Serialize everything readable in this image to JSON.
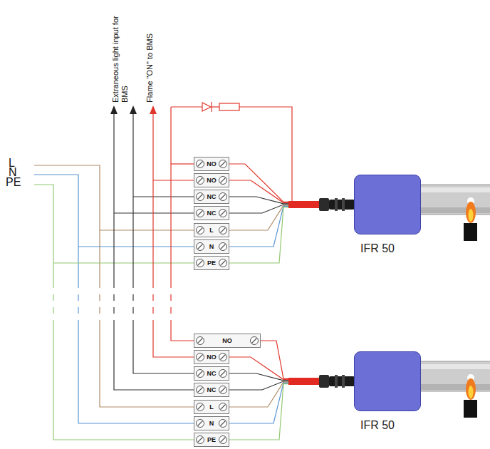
{
  "diagram": {
    "nodes": [
      {
        "text": [
          "NO"
        ]
      },
      {
        "text": [
          "NO"
        ]
      },
      {
        "text": [
          "NC"
        ]
      },
      {
        "text": [
          "NC"
        ]
      },
      {
        "text": [
          "L"
        ]
      },
      {
        "text": [
          "N"
        ]
      },
      {
        "text": [
          "PE"
        ]
      },
      {
        "text": [
          "IFR 50"
        ]
      },
      {
        "text": [
          "NO"
        ]
      },
      {
        "text": [
          "NO"
        ]
      },
      {
        "text": [
          "NC"
        ]
      },
      {
        "text": [
          "NC"
        ]
      },
      {
        "text": [
          "L"
        ]
      },
      {
        "text": [
          "N"
        ]
      },
      {
        "text": [
          "PE"
        ]
      },
      {
        "text": [
          "IFR 50"
        ]
      }
    ],
    "edges": [
      {
        "from": 0,
        "to": 7,
        "arrow": "none"
      },
      {
        "from": 1,
        "to": 7,
        "arrow": "none"
      },
      {
        "from": 2,
        "to": 7,
        "arrow": "none"
      },
      {
        "from": 3,
        "to": 7,
        "arrow": "none"
      },
      {
        "from": 4,
        "to": 7,
        "arrow": "none"
      },
      {
        "from": 5,
        "to": 7,
        "arrow": "none"
      },
      {
        "from": 6,
        "to": 7,
        "arrow": "none"
      },
      {
        "from": 8,
        "to": 15,
        "arrow": "none"
      },
      {
        "from": 9,
        "to": 15,
        "arrow": "none"
      },
      {
        "from": 10,
        "to": 15,
        "arrow": "none"
      },
      {
        "from": 11,
        "to": 15,
        "arrow": "none"
      },
      {
        "from": 12,
        "to": 15,
        "arrow": "none"
      },
      {
        "from": 13,
        "to": 15,
        "arrow": "none"
      },
      {
        "from": 14,
        "to": 15,
        "arrow": "none"
      }
    ],
    "labels": [
      "L",
      "N",
      "PE",
      "Extraneous light input for BMS",
      "Flame \"ON\" to BMS"
    ]
  }
}
